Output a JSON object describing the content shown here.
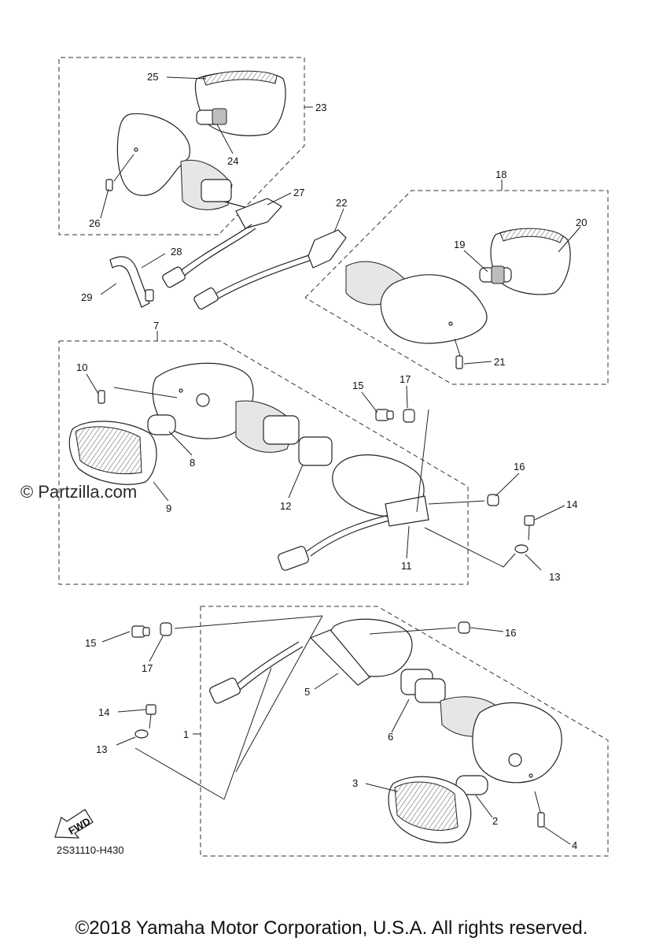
{
  "diagram": {
    "watermark": "© Partzilla.com",
    "drawing_code": "2S31110-H430",
    "fwd_label": "FWD",
    "copyright": "©2018 Yamaha Motor Corporation, U.S.A. All rights reserved.",
    "callouts": [
      "1",
      "2",
      "3",
      "4",
      "5",
      "6",
      "7",
      "8",
      "9",
      "10",
      "11",
      "12",
      "13",
      "14",
      "15",
      "16",
      "17",
      "18",
      "19",
      "20",
      "21",
      "22",
      "23",
      "24",
      "25",
      "26",
      "27",
      "28",
      "29"
    ],
    "callout_second": {
      "13": "13",
      "14": "14",
      "15": "15",
      "16": "16",
      "17": "17"
    }
  }
}
